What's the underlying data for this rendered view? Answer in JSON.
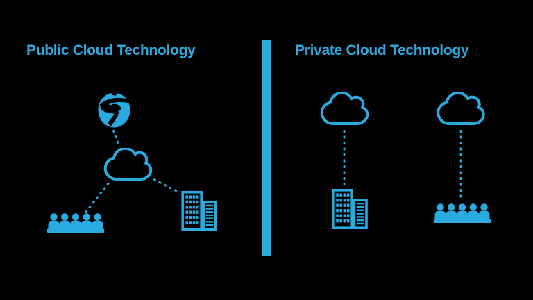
{
  "colors": {
    "accent": "#29ABE2",
    "background": "#000000"
  },
  "panels": {
    "public": {
      "title": "Public Cloud Technology",
      "icons": [
        "globe-icon",
        "cloud-icon",
        "users-group-icon",
        "office-building-icon"
      ],
      "connections": [
        "globe-to-cloud",
        "cloud-to-users",
        "cloud-to-building"
      ]
    },
    "private": {
      "title": "Private Cloud Technology",
      "clusters": [
        {
          "icons": [
            "cloud-icon",
            "office-building-icon"
          ],
          "connections": [
            "cloud-to-building"
          ]
        },
        {
          "icons": [
            "cloud-icon",
            "users-group-icon"
          ],
          "connections": [
            "cloud-to-users"
          ]
        }
      ]
    }
  }
}
